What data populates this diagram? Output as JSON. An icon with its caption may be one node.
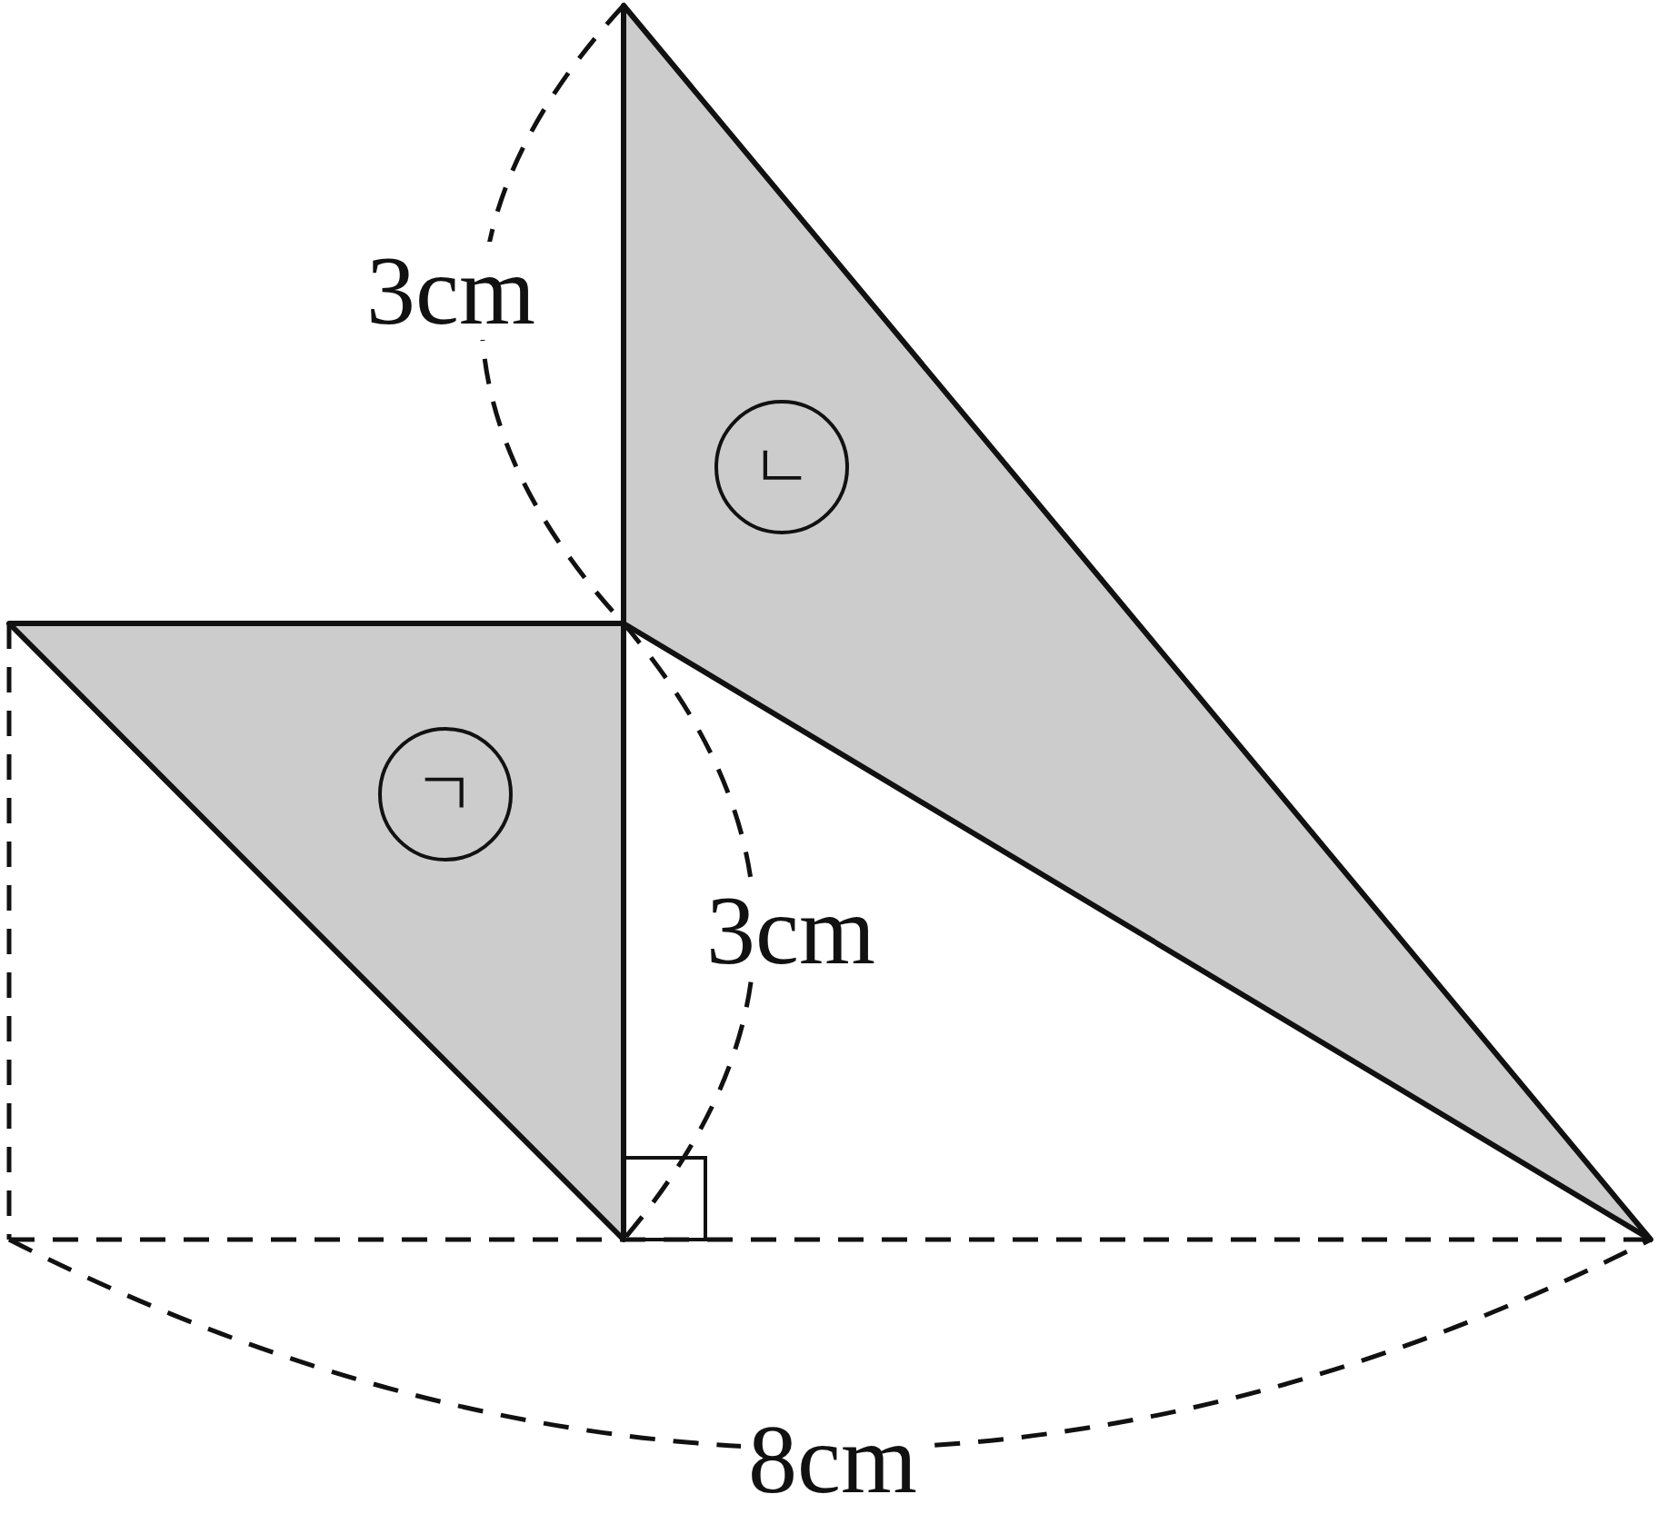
{
  "diagram": {
    "nodes": [
      {
        "text": [
          "ㄴ"
        ]
      },
      {
        "text": [
          "ㄱ"
        ]
      }
    ],
    "labels": [
      "3cm",
      "3cm",
      "8cm"
    ]
  }
}
